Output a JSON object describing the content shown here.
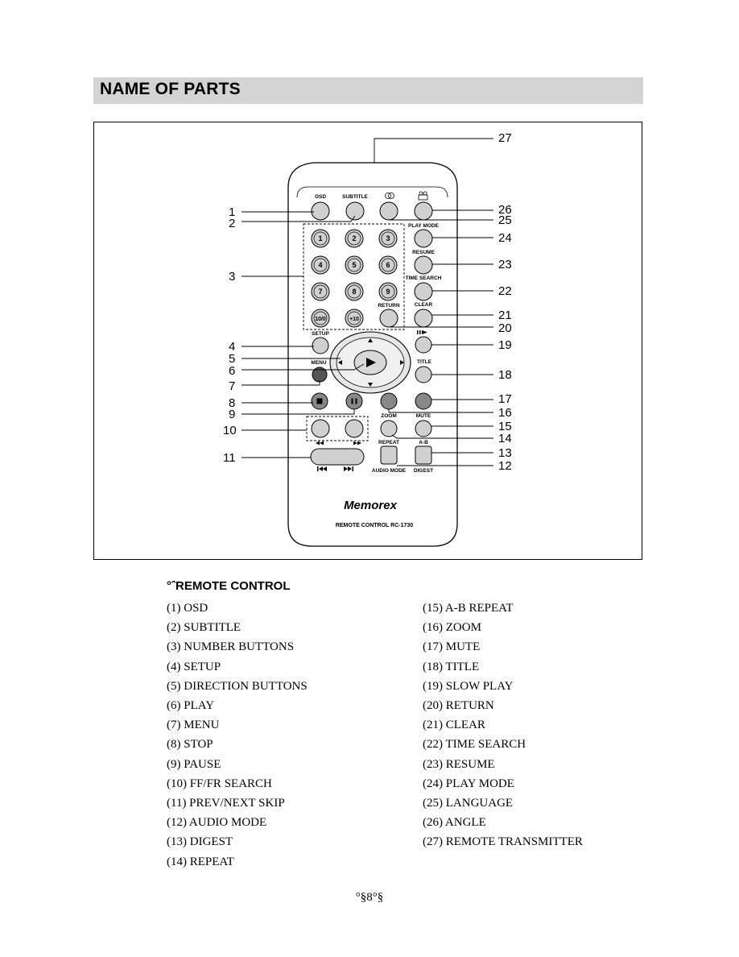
{
  "header": {
    "title": "NAME OF PARTS"
  },
  "remote": {
    "brand": "Memorex",
    "model": "REMOTE CONTROL RC-1730",
    "labels": {
      "osd": "OSD",
      "subtitle": "SUBTITLE",
      "play_mode": "PLAY MODE",
      "resume": "RESUME",
      "time_search": "TIME SEARCH",
      "return": "RETURN",
      "clear": "CLEAR",
      "setup": "SETUP",
      "title": "TITLE",
      "menu": "MENU",
      "zoom": "ZOOM",
      "mute": "MUTE",
      "repeat": "REPEAT",
      "ab": "A-B",
      "audio_mode": "AUDIO MODE",
      "digest": "DIGEST"
    },
    "number_buttons": [
      "1",
      "2",
      "3",
      "4",
      "5",
      "6",
      "7",
      "8",
      "9",
      "10/0",
      "+10"
    ],
    "callouts": [
      "1",
      "2",
      "3",
      "4",
      "5",
      "6",
      "7",
      "8",
      "9",
      "10",
      "11",
      "12",
      "13",
      "14",
      "15",
      "16",
      "17",
      "18",
      "19",
      "20",
      "21",
      "22",
      "23",
      "24",
      "25",
      "26",
      "27"
    ]
  },
  "section": {
    "title": "°ˆREMOTE CONTROL"
  },
  "parts_left": [
    "(1) OSD",
    "(2) SUBTITLE",
    "(3) NUMBER BUTTONS",
    "(4) SETUP",
    "(5) DIRECTION BUTTONS",
    "(6) PLAY",
    "(7) MENU",
    "(8) STOP",
    "(9) PAUSE",
    "(10) FF/FR SEARCH",
    "(11) PREV/NEXT SKIP",
    "(12) AUDIO MODE",
    "(13) DIGEST",
    "(14) REPEAT"
  ],
  "parts_right": [
    "(15) A-B REPEAT",
    "(16) ZOOM",
    "(17) MUTE",
    "(18) TITLE",
    "(19) SLOW PLAY",
    "(20) RETURN",
    "(21) CLEAR",
    "(22) TIME SEARCH",
    "(23) RESUME",
    "(24) PLAY MODE",
    "(25) LANGUAGE",
    "(26) ANGLE",
    "(27) REMOTE TRANSMITTER"
  ],
  "page_number": "°§8°§"
}
